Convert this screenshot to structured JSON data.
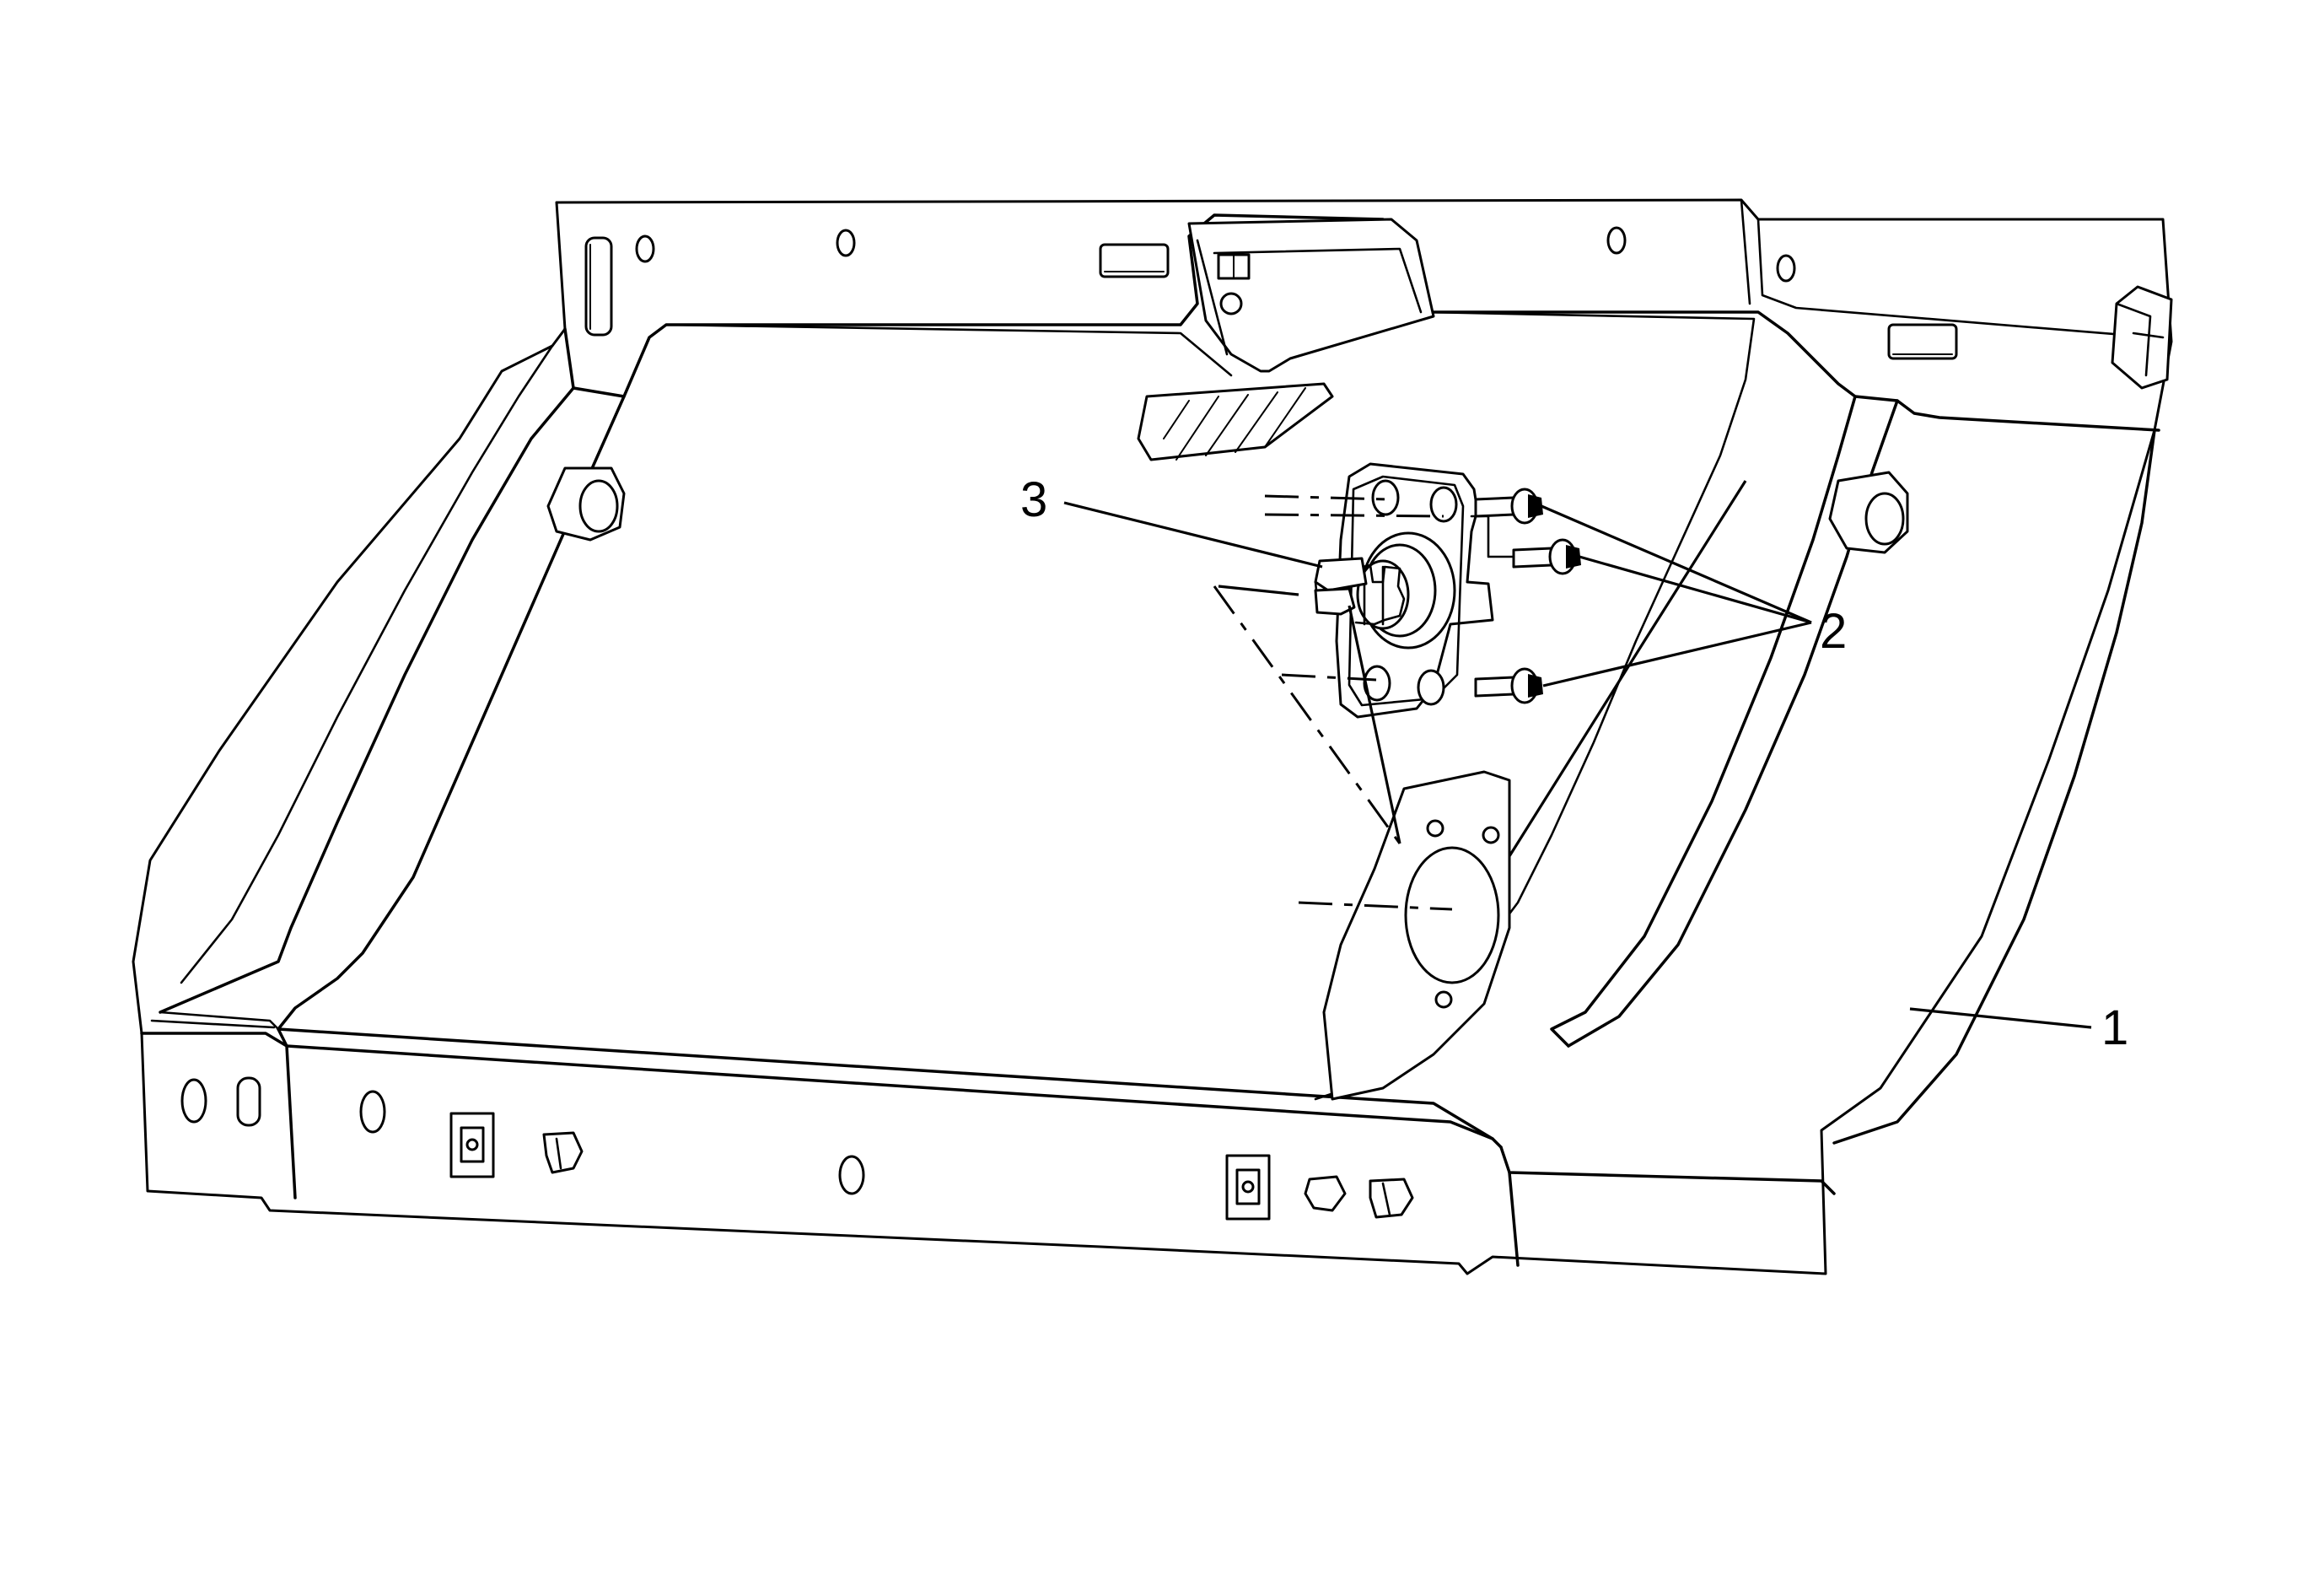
{
  "callouts": [
    {
      "id": "trim-panel",
      "label": "1"
    },
    {
      "id": "screws",
      "label": "2"
    },
    {
      "id": "pinion-motor",
      "label": "3"
    }
  ]
}
